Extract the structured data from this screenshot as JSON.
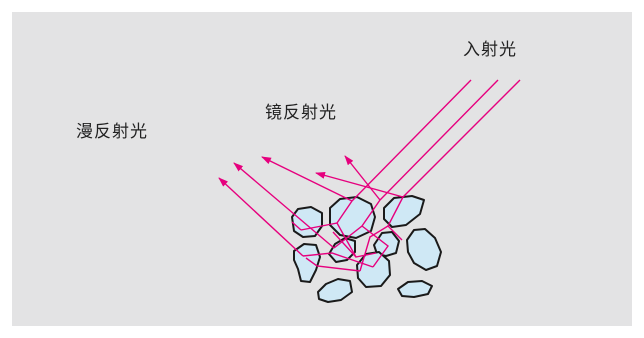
{
  "labels": {
    "incident": "入射光",
    "specular": "镜反射光",
    "diffuse": "漫反射光"
  },
  "colors": {
    "background_panel": "#e3e3e4",
    "ray": "#e6007e",
    "particle_fill": "#cfe8f5",
    "particle_stroke": "#1a1a1a",
    "text": "#222222"
  }
}
